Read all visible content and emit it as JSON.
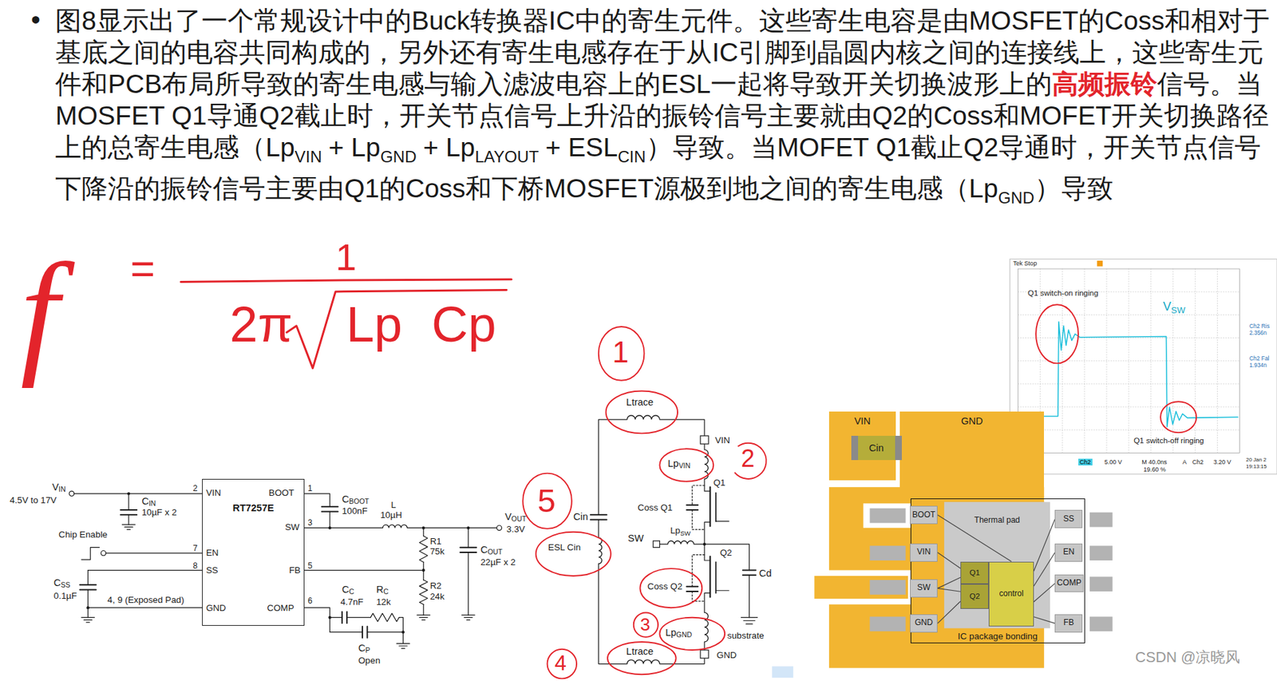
{
  "diagram": {
    "nodes": [
      {
        "text": [
          "RT7257E"
        ]
      },
      {
        "text": [
          "VIN"
        ]
      },
      {
        "text": [
          "GND"
        ]
      },
      {
        "text": [
          "Cin"
        ]
      },
      {
        "text": [
          "IC package bonding"
        ]
      },
      {
        "text": [
          "Thermal pad"
        ],
        "in": 4
      },
      {
        "text": [
          "Q1"
        ],
        "in": 5
      },
      {
        "text": [
          "Q2"
        ],
        "in": 5
      },
      {
        "text": [
          "control"
        ],
        "in": 5
      },
      {
        "text": [
          "BOOT"
        ],
        "in": 4
      },
      {
        "text": [
          "VIN"
        ],
        "in": 4
      },
      {
        "text": [
          "SW"
        ],
        "in": 4
      },
      {
        "text": [
          "GND"
        ],
        "in": 4
      },
      {
        "text": [
          "SS"
        ],
        "in": 4
      },
      {
        "text": [
          "EN"
        ],
        "in": 4
      },
      {
        "text": [
          "COMP"
        ],
        "in": 4
      },
      {
        "text": [
          "FB"
        ],
        "in": 4
      }
    ],
    "edges": [
      {
        "from": 9,
        "to": 8,
        "arrow": "none"
      },
      {
        "from": 10,
        "to": 6,
        "arrow": "none"
      },
      {
        "from": 11,
        "to": 6,
        "arrow": "none"
      },
      {
        "from": 11,
        "to": 7,
        "arrow": "none"
      },
      {
        "from": 12,
        "to": 7,
        "arrow": "none"
      },
      {
        "from": 8,
        "to": 13,
        "arrow": "none"
      },
      {
        "from": 8,
        "to": 14,
        "arrow": "none"
      },
      {
        "from": 8,
        "to": 15,
        "arrow": "none"
      },
      {
        "from": 8,
        "to": 16,
        "arrow": "none"
      }
    ],
    "labels": [
      "•",
      "图8显示出了一个常规设计中的Buck转换器IC中的寄生元件。这些寄生电容是由MOSFET的Coss和相对于基底之间的电容共同构成的，另外还有寄生电感存在于从IC引脚到晶圆内核之间的连接线上，这些寄生元件和PCB布局所导致的寄生电感与输入滤波电容上的ESL一起将导致开关切换波形上的",
      "高频振铃",
      "信号。当MOSFET Q1导通Q2截止时，开关节点信号上升沿的振铃信号主要就由Q2的Coss和MOFET开关切换路径上的总寄生电感（Lp",
      "VIN",
      "+ Lp",
      "GND",
      "+ Lp",
      "LAYOUT",
      "+ ESL",
      "CIN",
      "）导致。当MOFET Q1截止Q2导通时，开关节点信号下降沿的振铃信号主要由Q1的Coss和下桥MOSFET源极到地之间的寄生电感（Lp",
      "GND",
      "）导致",
      "f",
      "=",
      "1",
      "2π",
      "Lp",
      "Cp",
      "V",
      "IN",
      "4.5V to 17V",
      "C",
      "IN",
      "10µF x 2",
      "2",
      "VIN",
      "BOOT",
      "1",
      "C",
      "BOOT",
      "100nF",
      "L",
      "10µH",
      "SW",
      "3",
      "V",
      "OUT",
      "3.3V",
      "R1",
      "75k",
      "C",
      "OUT",
      "22µF x 2",
      "Chip Enable",
      "7",
      "EN",
      "8",
      "SS",
      "FB",
      "5",
      "R2",
      "24k",
      "C",
      "SS",
      "0.1µF",
      "4, 9 (Exposed Pad)",
      "GND",
      "COMP",
      "6",
      "C",
      "C",
      "4.7nF",
      "R",
      "C",
      "12k",
      "C",
      "P",
      "Open",
      "1",
      "Ltrace",
      "VIN",
      "2",
      "Lp",
      "VIN",
      "Q1",
      "Coss Q1",
      "5",
      "Cin",
      "SW",
      "Lp",
      "SW",
      "ESL Cin",
      "Q2",
      "Cd",
      "Coss Q2",
      "3",
      "Lp",
      "GND",
      "substrate",
      "Ltrace",
      "GND",
      "4",
      "CSDN @凉晓风",
      "Tek Stop",
      "Q1 switch-on ringing",
      "V",
      "SW",
      "Ch2 Ris",
      "2.356n",
      "Ch2 Fal",
      "1.934n",
      "2",
      "Q1 switch-off ringing",
      "Ch2",
      "5.00 V",
      "M 40.0ns",
      "A",
      "Ch2",
      "3.20 V",
      "19.60 %",
      "20 Jan 2",
      "19:13:15"
    ]
  }
}
